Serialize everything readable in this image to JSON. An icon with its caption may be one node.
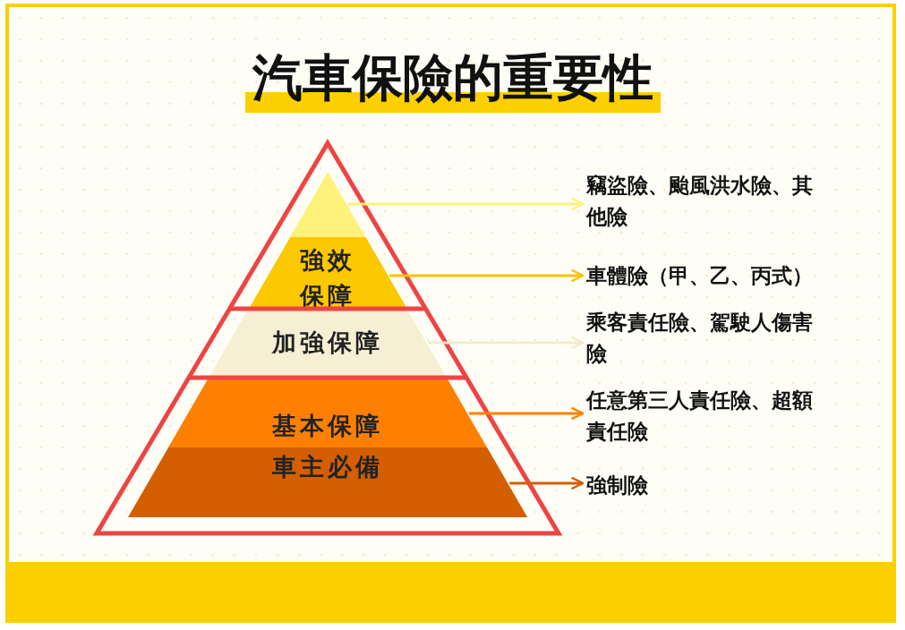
{
  "diagram": {
    "title": "汽車保險的重要性",
    "nodes": [
      {
        "text": [],
        "shape": "triangle"
      },
      {
        "text": [
          "強效保障"
        ]
      },
      {
        "text": [
          "加強保障"
        ]
      },
      {
        "text": [
          "基本保障"
        ]
      },
      {
        "text": [
          "車主必備"
        ]
      },
      {
        "text": [
          "竊盜險、颱風洪水險、其他險"
        ]
      },
      {
        "text": [
          "車體險（甲、乙、丙式）"
        ]
      },
      {
        "text": [
          "乘客責任險、駕駛人傷害險"
        ]
      },
      {
        "text": [
          "任意第三人責任險、超額責任險"
        ]
      },
      {
        "text": [
          "強制險"
        ]
      }
    ],
    "edges": [
      {
        "from": 0,
        "to": 5,
        "arrow": "to",
        "color": "#fff27a"
      },
      {
        "from": 1,
        "to": 6,
        "arrow": "to",
        "color": "#f9c300"
      },
      {
        "from": 2,
        "to": 7,
        "arrow": "to",
        "color": "#f3ebcb"
      },
      {
        "from": 3,
        "to": 8,
        "arrow": "to",
        "color": "#ff8000"
      },
      {
        "from": 4,
        "to": 9,
        "arrow": "to",
        "color": "#d35f00"
      }
    ]
  }
}
